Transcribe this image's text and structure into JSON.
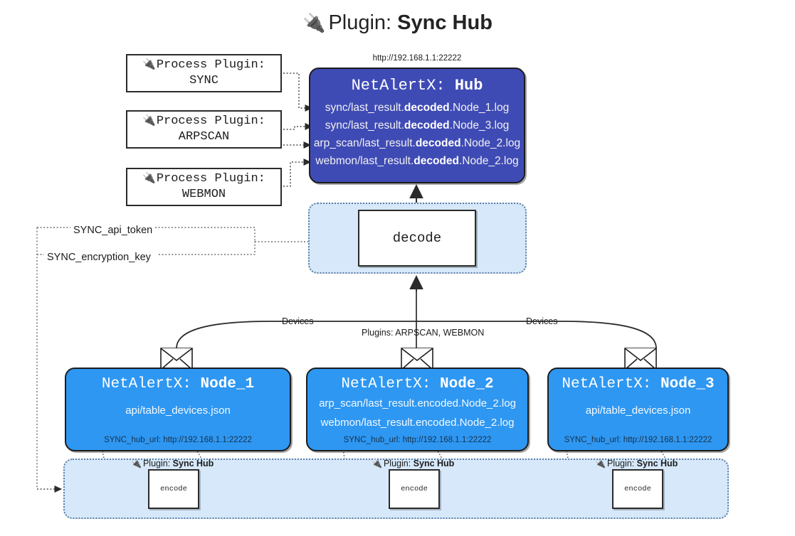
{
  "title": {
    "icon": "plug-icon",
    "prefix": "Plugin:",
    "name": "Sync Hub"
  },
  "process_plugins": [
    {
      "icon": "plug-icon",
      "line1": "Process Plugin:",
      "line2": "SYNC"
    },
    {
      "icon": "plug-icon",
      "line1": "Process Plugin:",
      "line2": "ARPSCAN"
    },
    {
      "icon": "plug-icon",
      "line1": "Process Plugin:",
      "line2": "WEBMON"
    }
  ],
  "hub": {
    "url": "http://192.168.1.1:22222",
    "label_prefix": "NetAlertX:",
    "label_name": "Hub",
    "rows": [
      {
        "pre": "sync/last_result.",
        "mid": "decoded",
        "post": ".Node_1.log"
      },
      {
        "pre": "sync/last_result.",
        "mid": "decoded",
        "post": ".Node_3.log"
      },
      {
        "pre": "arp_scan/last_result.",
        "mid": "decoded",
        "post": ".Node_2.log"
      },
      {
        "pre": "webmon/last_result.",
        "mid": "decoded",
        "post": ".Node_2.log"
      }
    ]
  },
  "decode": {
    "label": "decode"
  },
  "keys": [
    {
      "label": "SYNC_api_token"
    },
    {
      "label": "SYNC_encryption_key"
    }
  ],
  "edge_labels": {
    "devices_left": "Devices",
    "devices_right": "Devices",
    "plugins_center": "Plugins: ARPSCAN, WEBMON"
  },
  "nodes": [
    {
      "label_prefix": "NetAlertX:",
      "label_name": "Node_1",
      "rows": [
        "api/table_devices.json"
      ],
      "hub_url": "SYNC_hub_url: http://192.168.1.1:22222",
      "mail_icon": "envelope-icon"
    },
    {
      "label_prefix": "NetAlertX:",
      "label_name": "Node_2",
      "rows": [
        "arp_scan/last_result.encoded.Node_2.log",
        "webmon/last_result.encoded.Node_2.log"
      ],
      "hub_url": "SYNC_hub_url: http://192.168.1.1:22222",
      "mail_icon": "envelope-icon"
    },
    {
      "label_prefix": "NetAlertX:",
      "label_name": "Node_3",
      "rows": [
        "api/table_devices.json"
      ],
      "hub_url": "SYNC_hub_url: http://192.168.1.1:22222",
      "mail_icon": "envelope-icon"
    }
  ],
  "encode_group": [
    {
      "icon": "plug-icon",
      "prefix": "Plugin:",
      "name": "Sync Hub",
      "box_label": "encode"
    },
    {
      "icon": "plug-icon",
      "prefix": "Plugin:",
      "name": "Sync Hub",
      "box_label": "encode"
    },
    {
      "icon": "plug-icon",
      "prefix": "Plugin:",
      "name": "Sync Hub",
      "box_label": "encode"
    }
  ],
  "colors": {
    "hub_fill": "#3f4bb5",
    "node_fill": "#2e97f2",
    "container_fill": "#d6e8f9",
    "container_border": "#5b7fa6",
    "outline": "#1d1d1d",
    "background": "#ffffff"
  }
}
